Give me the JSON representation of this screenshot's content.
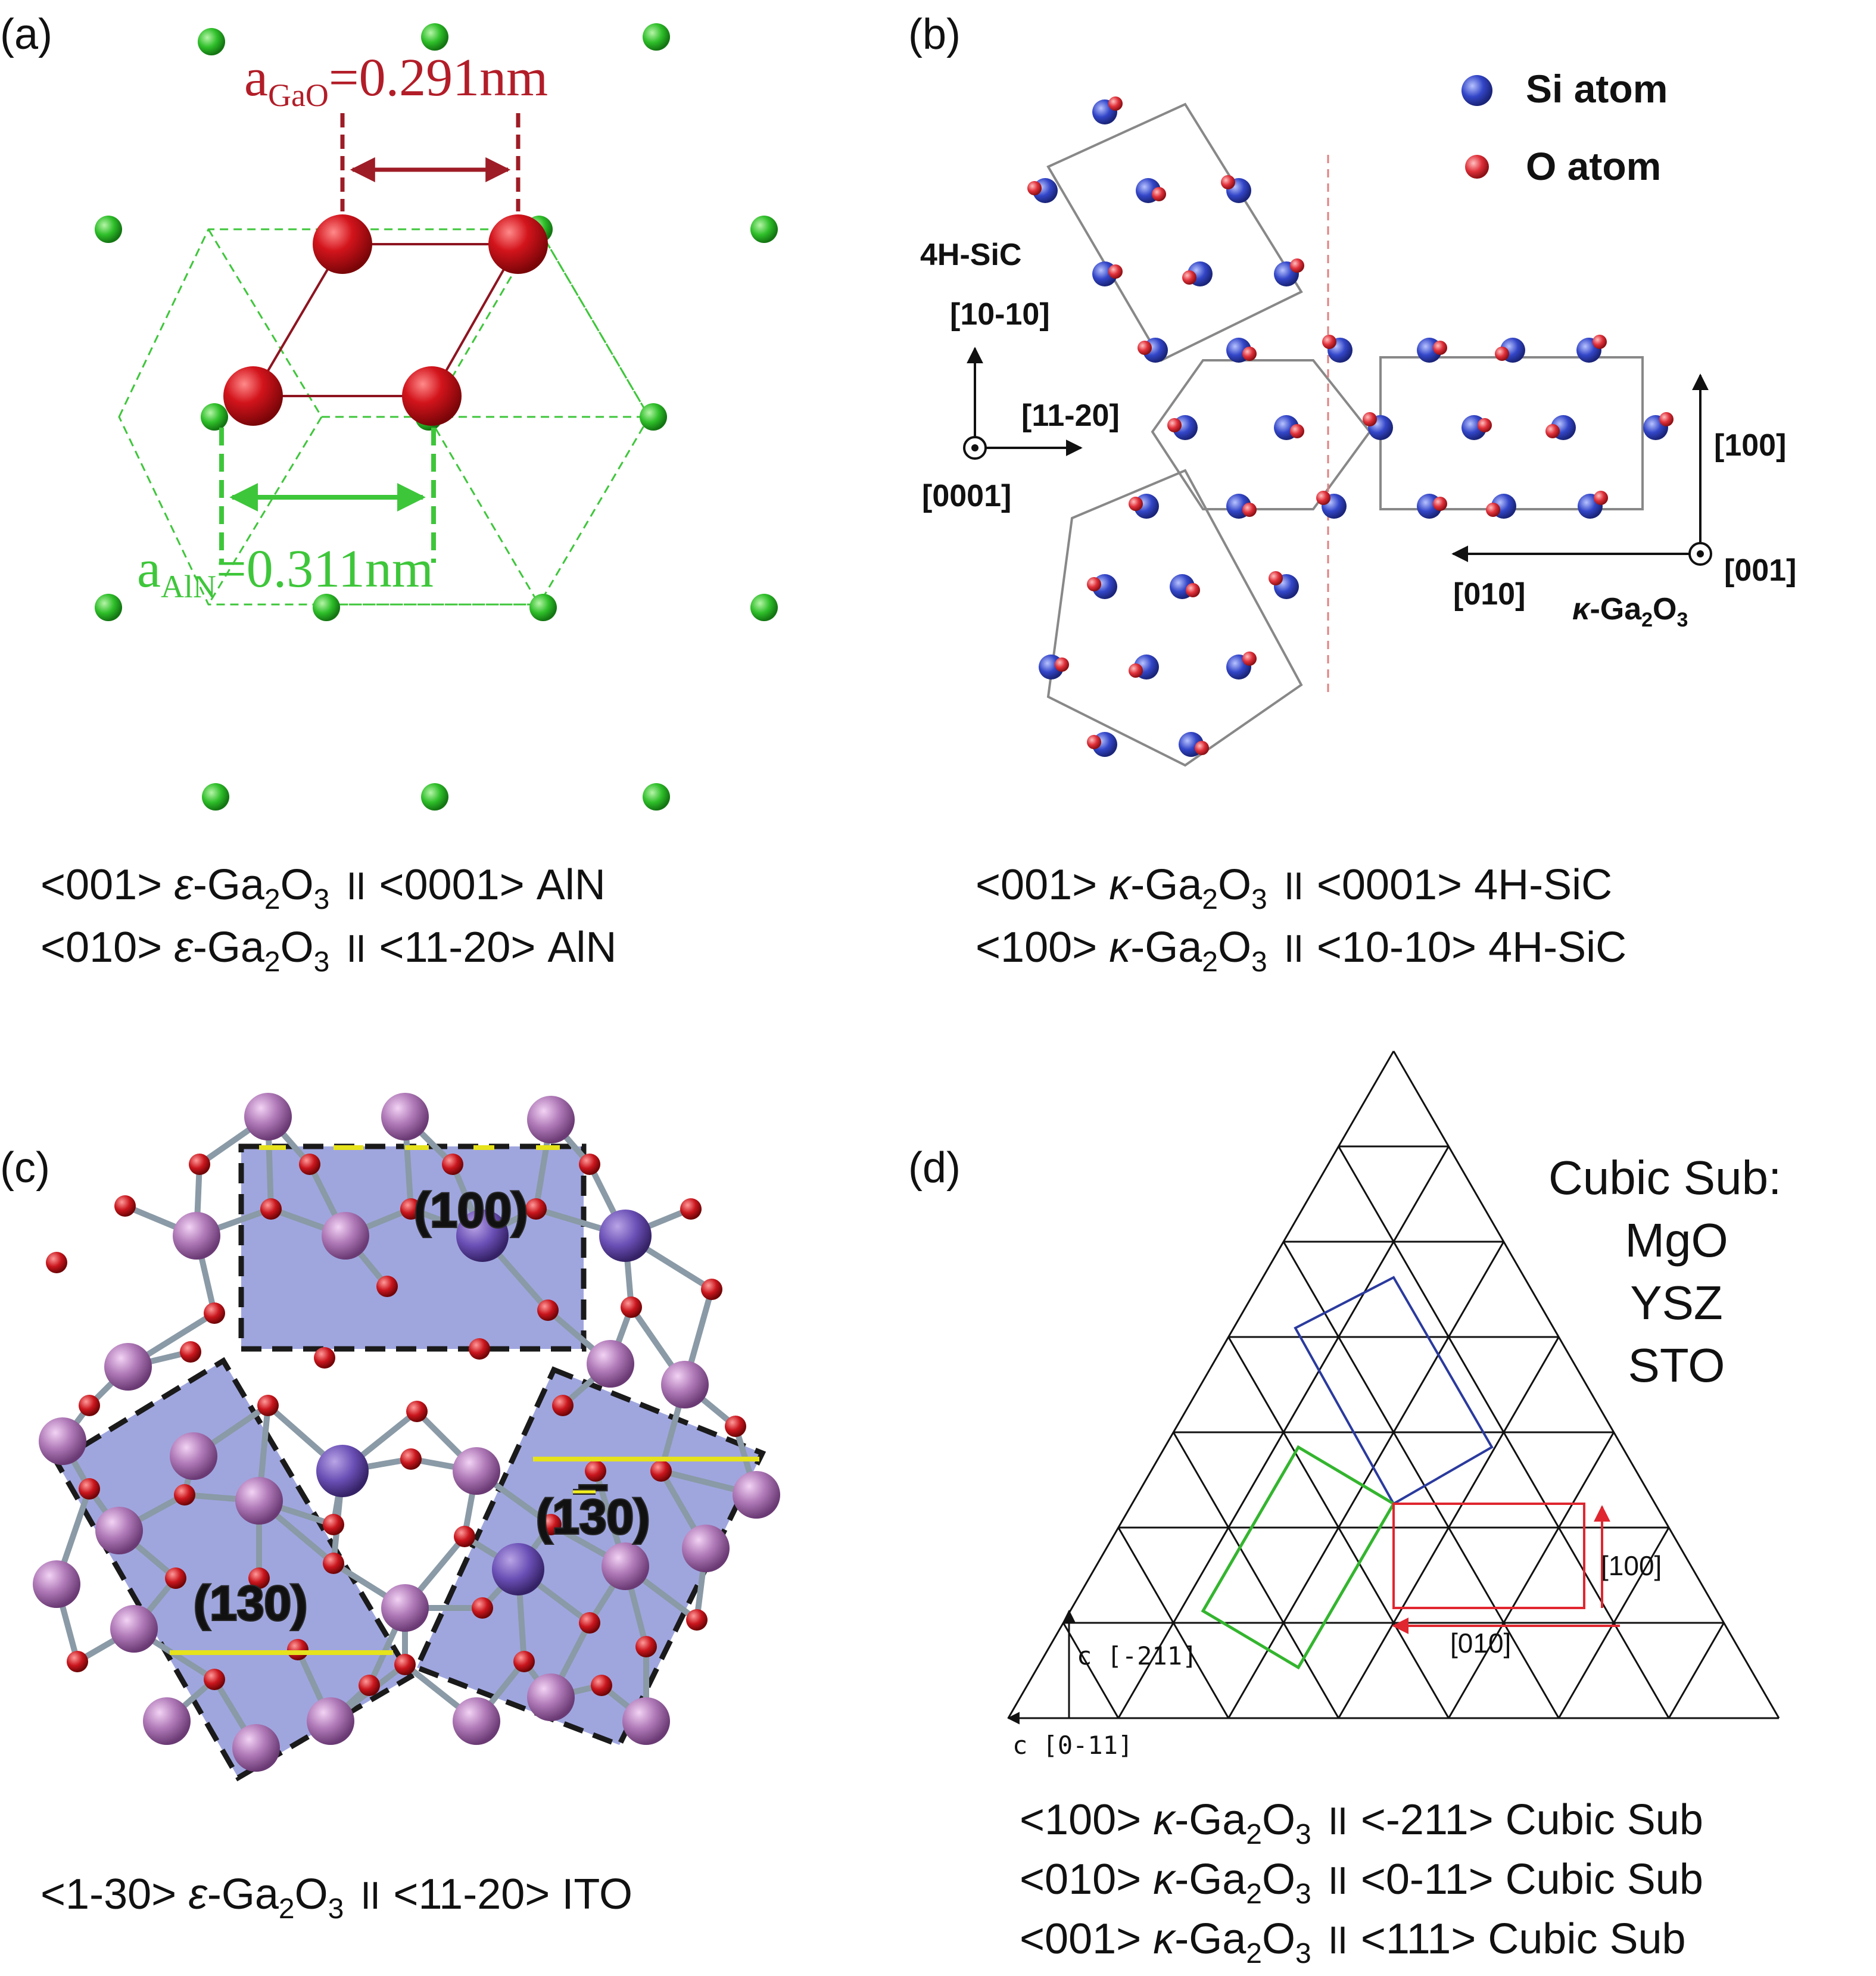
{
  "panel_a": {
    "tag": "(a)",
    "label_gao_main": "a",
    "label_gao_sub": "GaO",
    "label_gao_val": "=0.291nm",
    "label_aln_main": "a",
    "label_aln_sub": "AlN",
    "label_aln_val": "=0.311nm",
    "cap1": {
      "l": "<001> ",
      "p": "ε",
      "g": "-Ga",
      "s1": "2",
      "o": "O",
      "s2": "3",
      "r": "  ॥  <0001>  AlN"
    },
    "cap2": {
      "l": "<010> ",
      "p": "ε",
      "g": "-Ga",
      "s1": "2",
      "o": "O",
      "s2": "3",
      "r": "  ॥  <11-20> AlN"
    },
    "colors": {
      "ga_o": "#c0151b",
      "aln": "#2db62d",
      "dim_red": "#9e1c26",
      "dim_green": "#3ec63a"
    }
  },
  "panel_b": {
    "tag": "(b)",
    "legend_si": "Si atom",
    "legend_o": "O atom",
    "sic_title": "4H-SiC",
    "dir_1010": "[10-10]",
    "dir_1120": "[11-20]",
    "dir_0001": "[0001]",
    "dir_100": "[100]",
    "dir_010": "[010]",
    "dir_001": "[001]",
    "kappa_k": "κ",
    "kappa_rest": "-Ga",
    "kappa_s1": "2",
    "kappa_o": "O",
    "kappa_s2": "3",
    "cap1": {
      "l": "<001> ",
      "p": "κ",
      "g": "-Ga",
      "s1": "2",
      "o": "O",
      "s2": "3",
      "r": "  ॥  <0001>  4H-SiC"
    },
    "cap2": {
      "l": "<100> ",
      "p": "κ",
      "g": "-Ga",
      "s1": "2",
      "o": "O",
      "s2": "3",
      "r": "  ॥  <10-10> 4H-SiC"
    },
    "colors": {
      "si": "#3346c8",
      "o": "#e0303a"
    }
  },
  "panel_c": {
    "tag": "(c)",
    "plane_100": "(100)",
    "plane_130": "(130)",
    "plane_1b30_a": "(1",
    "plane_1b30_b": "3",
    "plane_1b30_c": "0)",
    "cap1": {
      "l": "<1-30> ",
      "p": "ε",
      "g": "-Ga",
      "s1": "2",
      "o": "O",
      "s2": "3",
      "r": "  ॥  <11-20> ITO"
    },
    "colors": {
      "in_atom": "#a86bb0",
      "o_atom": "#c0151b",
      "fill": "#8e96d8",
      "plane_line": "#e6e21c"
    }
  },
  "panel_d": {
    "tag": "(d)",
    "cubic_title": "Cubic Sub:",
    "subs": [
      "MgO",
      "YSZ",
      "STO"
    ],
    "dir_100": "[100]",
    "dir_010": "[010]",
    "dir_m211": "c [-211]",
    "dir_0m11": "c [0-11]",
    "cap1": {
      "l": "<100> ",
      "p": "κ",
      "g": "-Ga",
      "s1": "2",
      "o": "O",
      "s2": "3",
      "r": "  ॥  <-211> Cubic Sub"
    },
    "cap2": {
      "l": "<010> ",
      "p": "κ",
      "g": "-Ga",
      "s1": "2",
      "o": "O",
      "s2": "3",
      "r": "  ॥  <0-11> Cubic Sub"
    },
    "cap3": {
      "l": "<001> ",
      "p": "κ",
      "g": "-Ga",
      "s1": "2",
      "o": "O",
      "s2": "3",
      "r": "  ॥  <111>  Cubic Sub"
    },
    "colors": {
      "grid": "#111111",
      "blue": "#2a3a9e",
      "green": "#33b52e",
      "red": "#e0262f"
    }
  }
}
